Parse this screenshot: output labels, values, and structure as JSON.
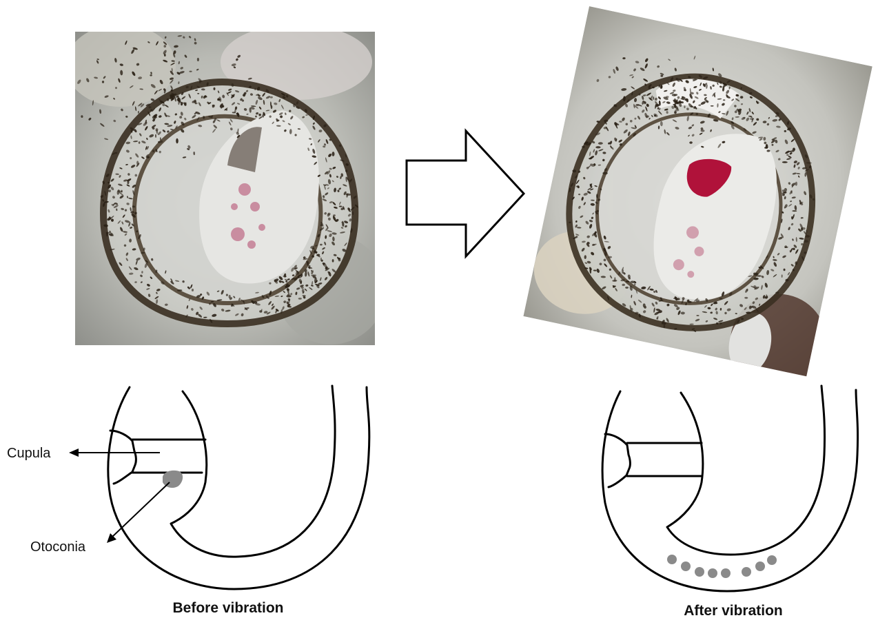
{
  "labels": {
    "cupula": "Cupula",
    "otoconia": "Otoconia",
    "before_caption": "Before vibration",
    "after_caption": "After vibration"
  },
  "icons": {
    "arrow": "right-block-arrow-icon"
  },
  "colors": {
    "outline": "#000000",
    "otoconia": "#8a8a8a",
    "clot": "#b0123a",
    "tissue": "#d9d9d6",
    "pigment": "#2a2116"
  },
  "after_otoconia_particle_count": 8
}
